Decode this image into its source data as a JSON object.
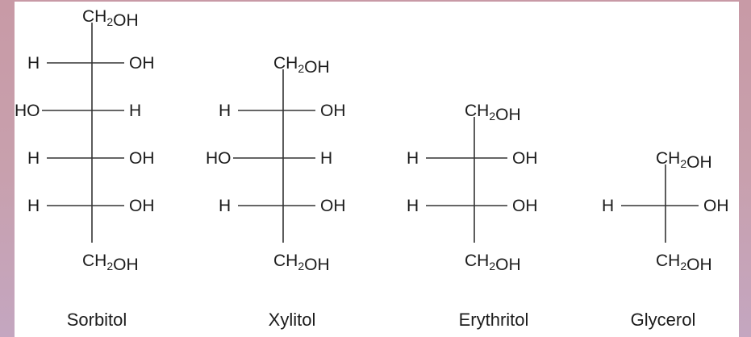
{
  "molecules": [
    {
      "id": "sorbitol",
      "name": "Sorbitol",
      "top": "CH2OH",
      "rows": [
        {
          "left": "H",
          "right": "OH"
        },
        {
          "left": "HO",
          "right": "H"
        },
        {
          "left": "H",
          "right": "OH"
        },
        {
          "left": "H",
          "right": "OH"
        }
      ],
      "bottom": "CH2OH"
    },
    {
      "id": "xylitol",
      "name": "Xylitol",
      "top": "CH2OH",
      "rows": [
        {
          "left": "H",
          "right": "OH"
        },
        {
          "left": "HO",
          "right": "H"
        },
        {
          "left": "H",
          "right": "OH"
        }
      ],
      "bottom": "CH2OH"
    },
    {
      "id": "erythritol",
      "name": "Erythritol",
      "top": "CH2OH",
      "rows": [
        {
          "left": "H",
          "right": "OH"
        },
        {
          "left": "H",
          "right": "OH"
        }
      ],
      "bottom": "CH2OH"
    },
    {
      "id": "glycerol",
      "name": "Glycerol",
      "top": "CH2OH",
      "rows": [
        {
          "left": "H",
          "right": "OH"
        }
      ],
      "bottom": "CH2OH"
    }
  ]
}
